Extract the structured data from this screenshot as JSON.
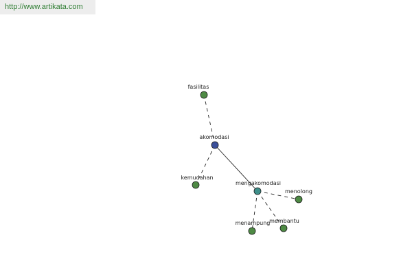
{
  "header": {
    "source_link": "http://www.artikata.com"
  },
  "colors": {
    "center_node": "#3b4f9a",
    "secondary_center_node": "#3f8f8a",
    "leaf_node": "#4e8a44",
    "edge": "#222222"
  },
  "graph": {
    "nodes": [
      {
        "id": "akomodasi",
        "label": "akomodasi",
        "kind": "center"
      },
      {
        "id": "fasilitas",
        "label": "fasilitas",
        "kind": "leaf"
      },
      {
        "id": "kemudahan",
        "label": "kemudahan",
        "kind": "leaf"
      },
      {
        "id": "mengakomodasi",
        "label": "mengakomodasi",
        "kind": "secondary"
      },
      {
        "id": "menolong",
        "label": "menolong",
        "kind": "leaf"
      },
      {
        "id": "menampung",
        "label": "menampung",
        "kind": "leaf"
      },
      {
        "id": "membantu",
        "label": "membantu",
        "kind": "leaf"
      }
    ],
    "edges": [
      {
        "from": "akomodasi",
        "to": "fasilitas",
        "style": "dashed"
      },
      {
        "from": "akomodasi",
        "to": "kemudahan",
        "style": "dashed"
      },
      {
        "from": "akomodasi",
        "to": "mengakomodasi",
        "style": "solid"
      },
      {
        "from": "mengakomodasi",
        "to": "menolong",
        "style": "dashed"
      },
      {
        "from": "mengakomodasi",
        "to": "menampung",
        "style": "dashed"
      },
      {
        "from": "mengakomodasi",
        "to": "membantu",
        "style": "dashed"
      }
    ]
  }
}
